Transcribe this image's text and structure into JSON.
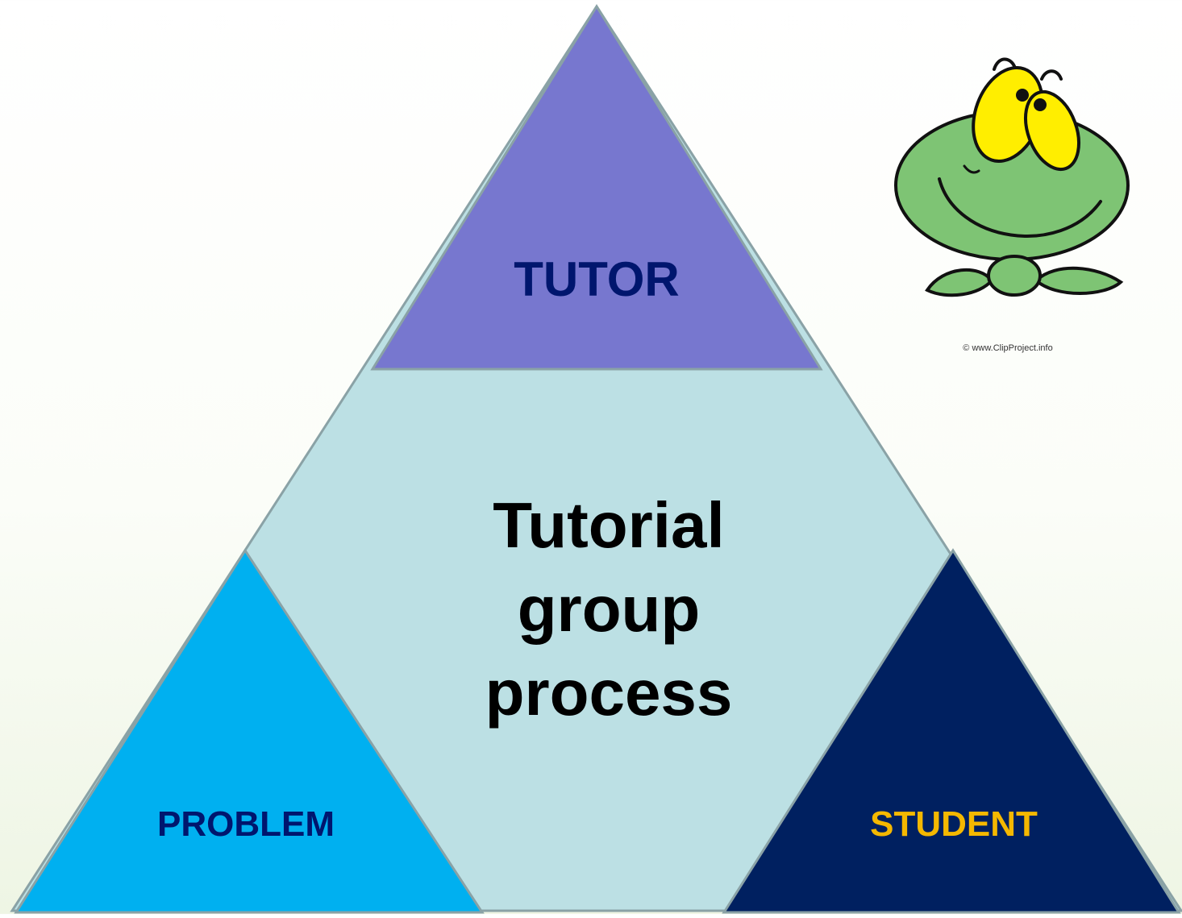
{
  "diagram": {
    "center_text": "Tutorial group process",
    "top_text": "TUTOR",
    "left_text": "PROBLEM",
    "right_text": "STUDENT"
  },
  "clipart": {
    "icon": "frog-icon",
    "copyright": "© www.ClipProject.info"
  },
  "colors": {
    "center_fill": "#bce0e4",
    "top_fill": "#7777cf",
    "left_fill": "#00b0f0",
    "right_fill": "#002060",
    "outline": "#8aa2a6",
    "top_text": "#00166e",
    "left_text": "#00166e",
    "right_text": "#f5b800",
    "center_text": "#000000",
    "frog_body": "#7ec474",
    "frog_eyes": "#ffee00"
  }
}
